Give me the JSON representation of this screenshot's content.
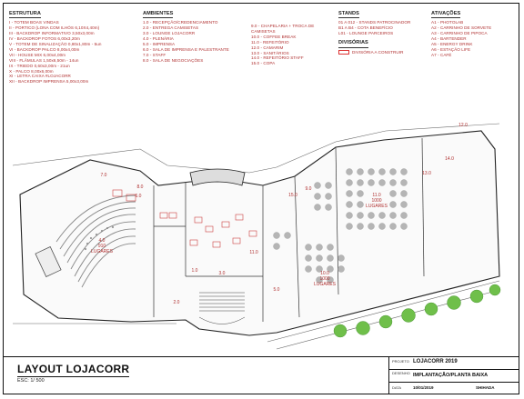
{
  "legend": {
    "estrutura": {
      "heading": "ESTRUTURA",
      "items": [
        "I - TOTEM BOAS VINDAS",
        "II - PORTICO (LONA COM ILHÓS 6,10X4,40m)",
        "III - BACKDROP INFORMATIVO 3,50x3,00m",
        "IV - BACKDROP FOTOS 6,00x3,20m",
        "V - TOTEM DE SINALIZAÇÃO 0,80x1,80m - 5un",
        "VI - BACKDROP PALCO 8,00x4,00m",
        "VII - HOUSE MIX 6,00x4,00m",
        "VIII - FLÂMULAS 1,50x6,50m - 14un",
        "IX - TRIEDO 0,60x3,00m - 21un",
        "X - PALCO 8,00x6,00m",
        "XI - LETRA CAIXA #LOJACORR",
        "XII - BACKDROP IMPRENSA 5,00x3,00m"
      ]
    },
    "ambientes": {
      "heading": "AMBIENTES",
      "items": [
        "1.0 - RECEPÇÃO/CREDENCIAMENTO",
        "2.0 - ENTREGA CAMISETAS",
        "3.0 - LOUNGE LOJACORR",
        "4.0 - PLENÁRIA",
        "5.0 - IMPRENSA",
        "6.0 - SALA DE IMPRENSA E PALESTRANTE",
        "7.0 - STAFF",
        "8.0 - SALA DE NEGOCIAÇÕES"
      ],
      "items2": [
        "9.0 - CHAPELARIA + TROCA DE",
        "CAMISETAS",
        "10.0 - COFFEE BREAK",
        "11.0 - REFEITÓRIO",
        "12.0 - CAMARIM",
        "13.0 - SANITÁRIOS",
        "14.0 - REFEITÓRIO STAFF",
        "15.0 - COPA"
      ]
    },
    "stands": {
      "heading": "STANDS",
      "items": [
        "01 A 012 - STANDS PATROCINADOR",
        "B1 A B4 - COTA BENEFÍCIO",
        "L01 - LOUNGE PARCEIROS"
      ],
      "divisorias_heading": "DIVISÓRIAS",
      "divisorias_item": "DIVISÓRIA A CONSTRUIR"
    },
    "ativacoes": {
      "heading": "ATIVAÇÕES",
      "items": [
        "A1 - PHOTOLAB",
        "A2 - CARRINHO DE SORVETE",
        "A3 - CARRINHO DE PIPOCA",
        "A4 - BARTENDER",
        "A5 - ENERGY DRINK",
        "A6 - ESTAÇÃO LIFE",
        "A7 - CAFÉ"
      ]
    }
  },
  "plan_labels": {
    "room_4": "4.0",
    "room_4_count": "910",
    "room_4_name": "LUGARES",
    "room_11": "11.0",
    "room_11_count": "1000",
    "room_11_name": "LUGARES",
    "room_10": "10.0",
    "room_10_count": "1000",
    "room_10_name": "LUGARES",
    "room_7": "7.0",
    "room_6": "6.0",
    "room_8": "8.0",
    "room_12": "12.0",
    "room_14": "14.0",
    "room_13": "13.0",
    "room_3": "3.0",
    "room_1": "1.0",
    "room_5": "5.0",
    "room_9": "9.0",
    "room_15": "15.0",
    "room_11b": "11.0",
    "room_2": "2.0"
  },
  "title_block": {
    "title": "LAYOUT LOJACORR",
    "scale": "ESC: 1/ 500",
    "project_key": "PROJETO",
    "project_value": "LOJACORR 2019",
    "drawing_key": "DESENHO",
    "drawing_value": "IMPLANTAÇÃO/PLANTA BAIXA",
    "date_key": "DATA",
    "date_value": "10/01/2019",
    "sheet_value": "SHIHADA"
  },
  "colors": {
    "legend_red": "#b03030",
    "seat_grey": "#9a9a9a",
    "tree_green": "#6fbf4a",
    "stand_red": "#cc4040"
  }
}
